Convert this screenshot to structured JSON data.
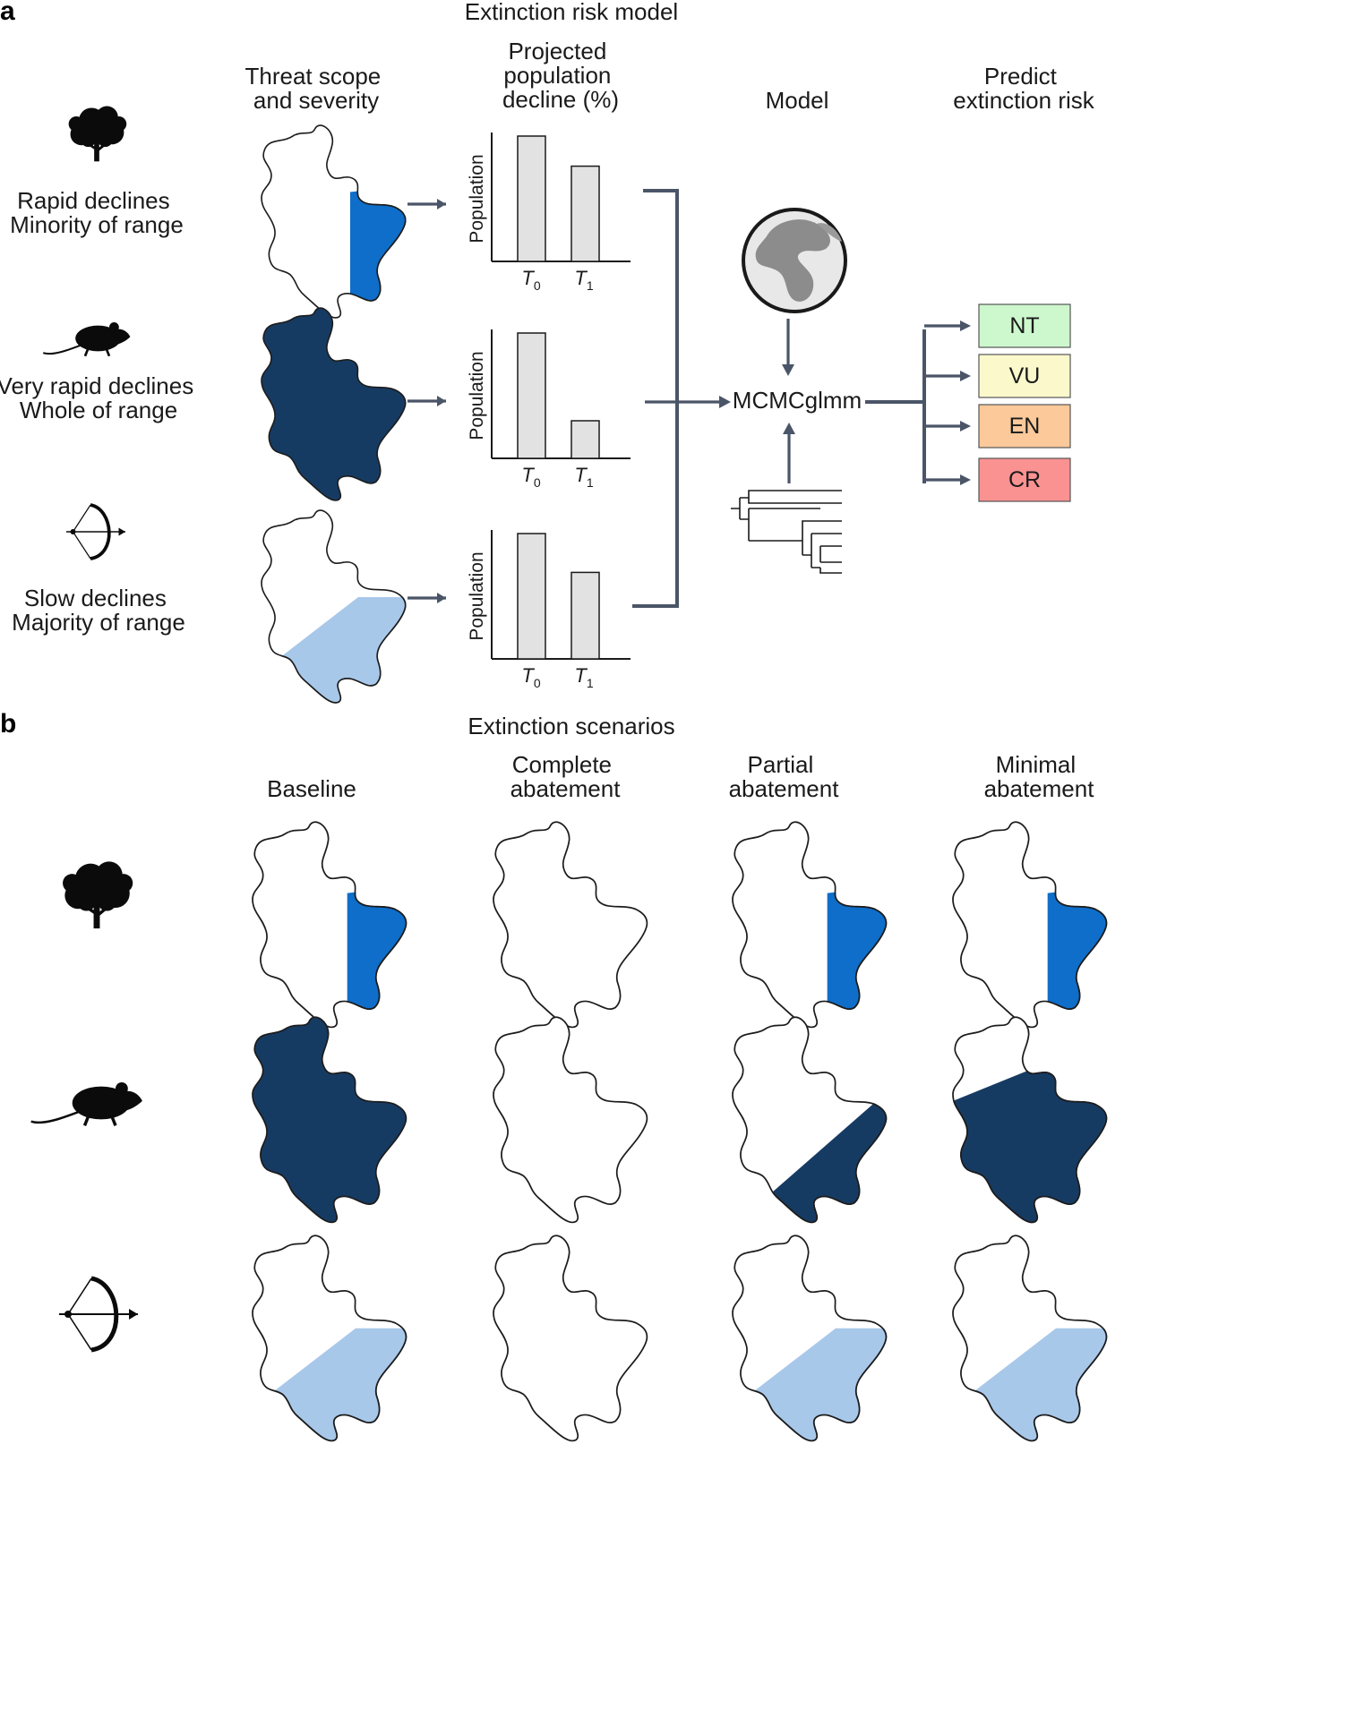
{
  "colors": {
    "rapid_minority": "#0f6ec9",
    "very_rapid_whole": "#163b63",
    "slow_majority": "#a8c8ea",
    "bar_fill": "#e2e2e2",
    "NT": "#cdf7cd",
    "VU": "#fbf9cb",
    "EN": "#fbc99a",
    "CR": "#fb9292",
    "arrow": "#4a5568"
  },
  "panel_a": {
    "letter": "a",
    "title": "Extinction risk model",
    "col_threat": [
      "Threat scope",
      "and severity"
    ],
    "col_decline": [
      "Projected",
      "population",
      "decline (%)"
    ],
    "col_model": "Model",
    "col_predict": [
      "Predict",
      "extinction risk"
    ],
    "threats": [
      {
        "icon": "tree-icon",
        "lines": [
          "Rapid declines",
          "Minority of range"
        ],
        "decline": 0.76
      },
      {
        "icon": "rat-icon",
        "lines": [
          "Very rapid declines",
          "Whole of range"
        ],
        "decline": 0.3
      },
      {
        "icon": "bow-arrow-icon",
        "lines": [
          "Slow declines",
          "Majority of range"
        ],
        "decline": 0.69
      }
    ],
    "population_ylabel": "Population",
    "tick_labels": {
      "t0_base": "T",
      "t0_sub": "0",
      "t1_base": "T",
      "t1_sub": "1"
    },
    "model_name": "MCMCglmm",
    "globe_icon": "globe-icon",
    "phylogeny_icon": "phylogeny-tree-icon",
    "categories": [
      "NT",
      "VU",
      "EN",
      "CR"
    ]
  },
  "panel_b": {
    "letter": "b",
    "title": "Extinction scenarios",
    "columns": [
      {
        "lines": [
          "Baseline"
        ]
      },
      {
        "lines": [
          "Complete",
          "abatement"
        ]
      },
      {
        "lines": [
          "Partial",
          "abatement"
        ]
      },
      {
        "lines": [
          "Minimal",
          "abatement"
        ]
      }
    ],
    "rows": [
      {
        "icon": "tree-icon",
        "threat": "rapid_minority",
        "scenarios": [
          "rapid_minority",
          "none",
          "rapid_minority",
          "rapid_minority"
        ]
      },
      {
        "icon": "rat-icon",
        "threat": "very_rapid_whole",
        "scenarios": [
          "whole",
          "none",
          "partial",
          "minimal"
        ]
      },
      {
        "icon": "bow-arrow-icon",
        "threat": "slow_majority",
        "scenarios": [
          "majority",
          "none",
          "majority",
          "majority"
        ]
      }
    ]
  }
}
